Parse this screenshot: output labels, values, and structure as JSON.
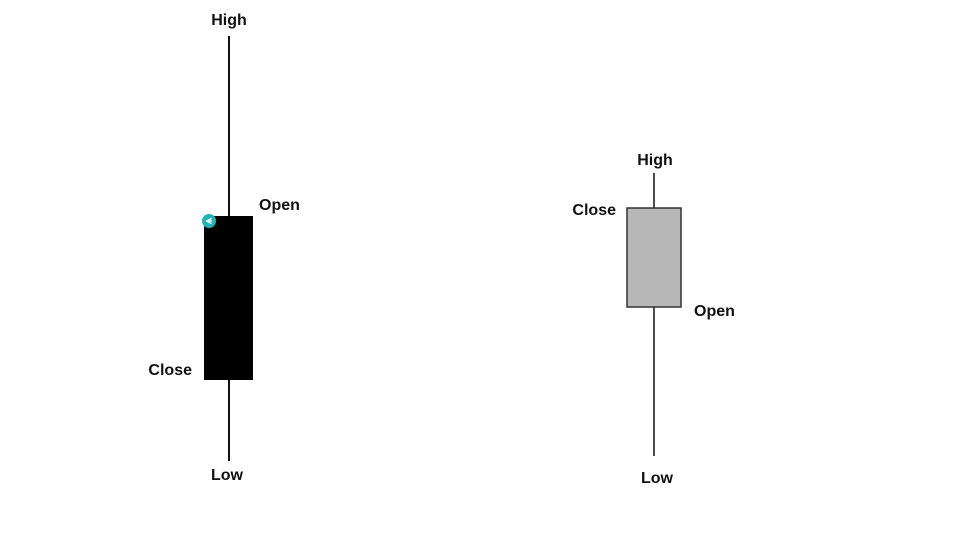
{
  "candles": [
    {
      "id": "bearish",
      "body_color": "#000000",
      "labels": {
        "high": "High",
        "open": "Open",
        "close": "Close",
        "low": "Low"
      }
    },
    {
      "id": "bullish",
      "body_color": "#b8b8b8",
      "labels": {
        "high": "High",
        "close": "Close",
        "open": "Open",
        "low": "Low"
      }
    }
  ],
  "colors": {
    "wick": "#111111",
    "body_outline": "#333333",
    "cursor_marker": "#1fb5b5"
  },
  "icons": {
    "cursor": "cursor-marker-icon"
  }
}
